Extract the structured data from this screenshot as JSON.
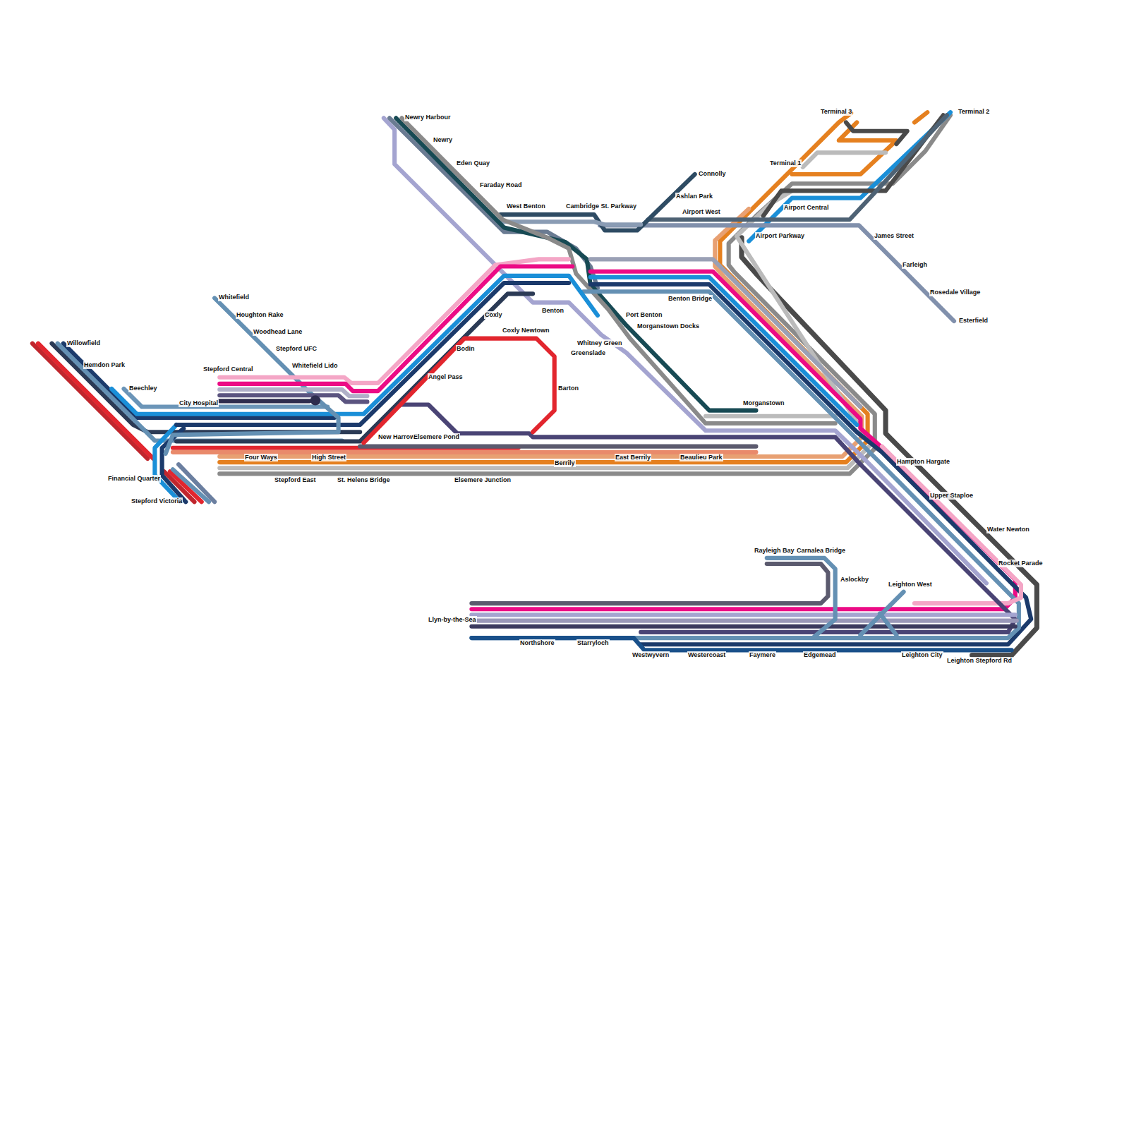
{
  "diagram": {
    "labels": [
      "Newry Harbour",
      "Newry",
      "Eden Quay",
      "Faraday Road",
      "West Benton",
      "Cambridge St. Parkway",
      "Connolly",
      "Ashlan Park",
      "Airport West",
      "Terminal 3",
      "Terminal 2",
      "Terminal 1",
      "Airport Central",
      "Airport Parkway",
      "James Street",
      "Farleigh",
      "Rosedale Village",
      "Esterfield",
      "Benton Bridge",
      "Port Benton",
      "Morganstown Docks",
      "Benton",
      "Coxly",
      "Coxly Newtown",
      "Bodin",
      "Whitney Green",
      "Greenslade",
      "Angel Pass",
      "Barton",
      "Whitefield",
      "Houghton Rake",
      "Woodhead Lane",
      "Stepford UFC",
      "Whitefield Lido",
      "Stepford Central",
      "Willowfield",
      "Hemdon Park",
      "Beechley",
      "City Hospital",
      "Morganstown",
      "New Harrow",
      "Elsemere Pond",
      "Four Ways",
      "High Street",
      "East Berrily",
      "Beaulieu Park",
      "Berrily",
      "Stepford East",
      "St. Helens Bridge",
      "Elsemere Junction",
      "Financial Quarter",
      "Stepford Victoria",
      "Hampton Hargate",
      "Upper Staploe",
      "Water Newton",
      "Rocket Parade",
      "Rayleigh Bay",
      "Carnalea Bridge",
      "Aslockby",
      "Leighton West",
      "Llyn-by-the-Sea",
      "Northshore",
      "Starryloch",
      "Westwyvern",
      "Westercoast",
      "Faymere",
      "Edgemead",
      "Leighton City",
      "Leighton Stepford Rd"
    ]
  }
}
